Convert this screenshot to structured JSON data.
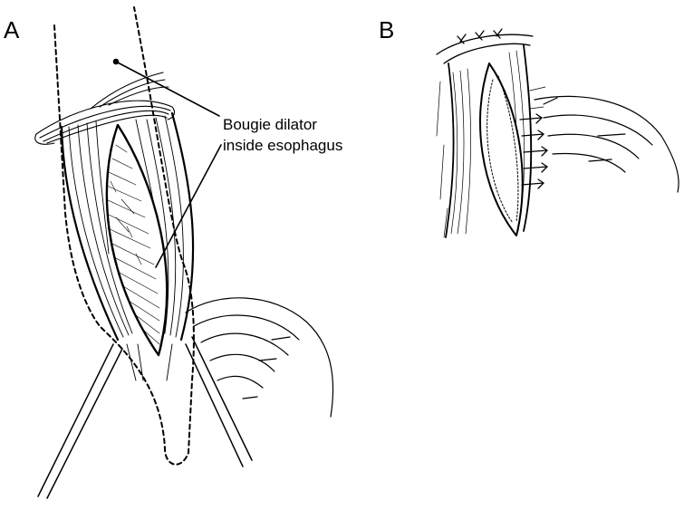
{
  "panels": {
    "a_label": "A",
    "b_label": "B"
  },
  "callout": {
    "line1": "Bougie dilator",
    "line2": "inside esophagus"
  },
  "colors": {
    "ink": "#000000",
    "paper": "#ffffff"
  }
}
